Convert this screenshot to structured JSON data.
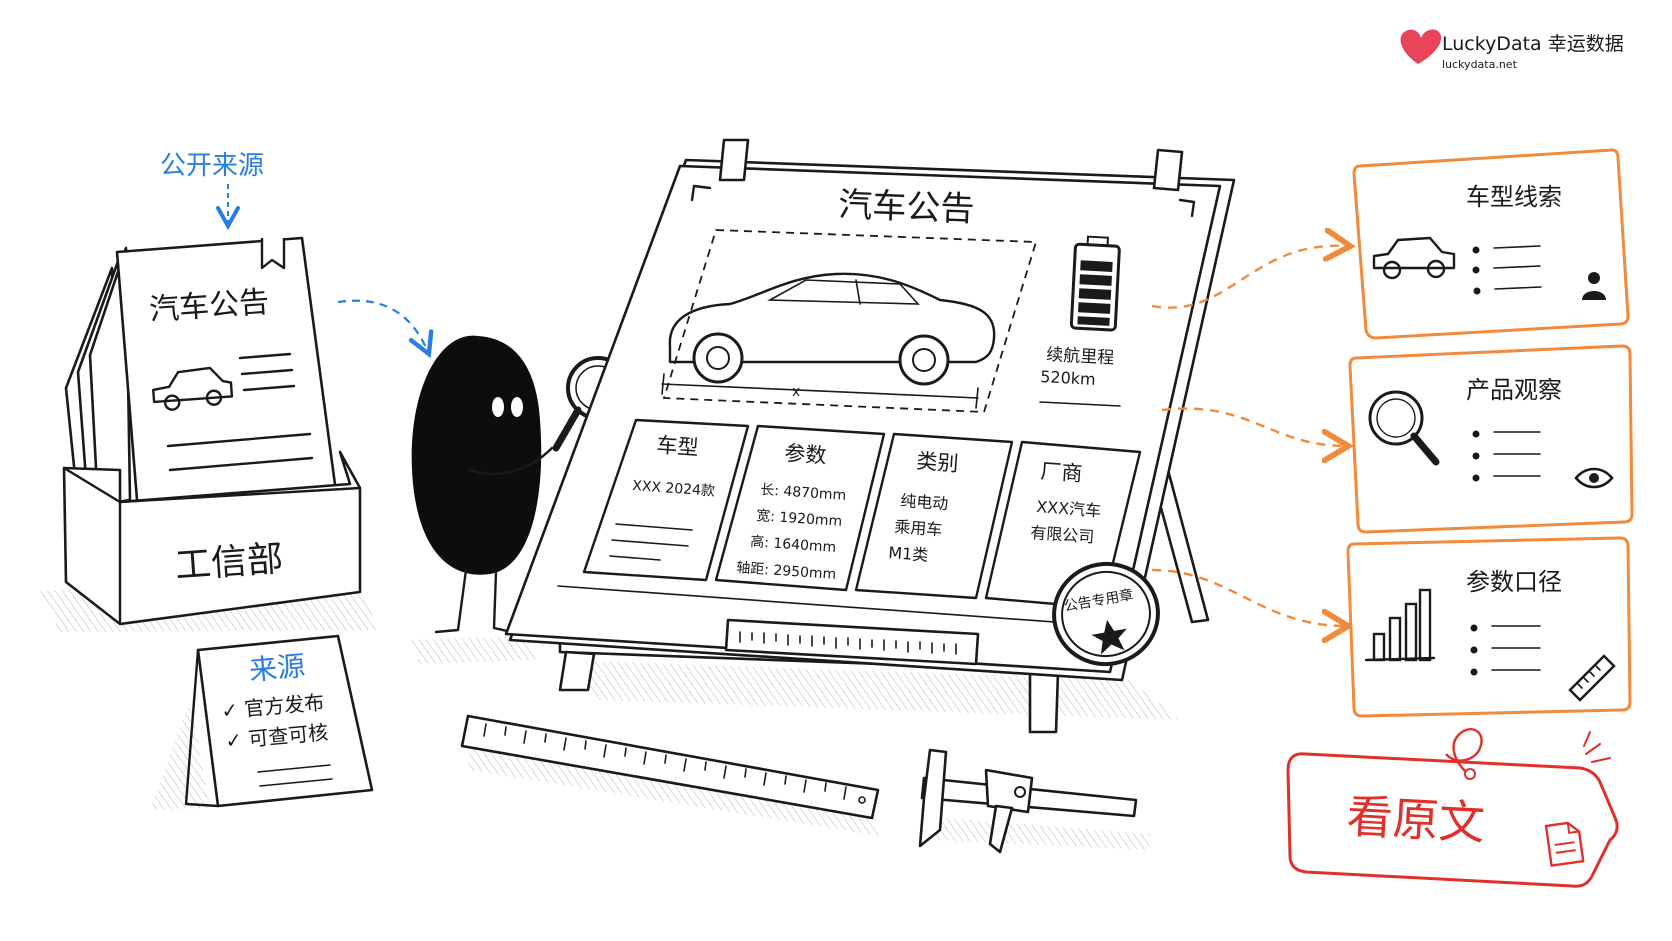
{
  "brand": {
    "name": "LuckyData 幸运数据",
    "url": "luckydata.net",
    "heart_color": "#e8455a"
  },
  "source": {
    "label": "公开来源",
    "doc_title": "汽车公告",
    "tray_label": "工信部",
    "card_title": "来源",
    "card_items": [
      "✓ 官方发布",
      "✓ 可查可核"
    ]
  },
  "board": {
    "title": "汽车公告",
    "dimension_mark": "x",
    "range_label": "续航里程",
    "range_value": "520km",
    "columns": [
      {
        "header": "车型",
        "lines": [
          "XXX 2024款"
        ]
      },
      {
        "header": "参数",
        "lines": [
          "长: 4870mm",
          "宽: 1920mm",
          "高: 1640mm",
          "轴距: 2950mm"
        ]
      },
      {
        "header": "类别",
        "lines": [
          "纯电动",
          "乘用车",
          "M1类"
        ]
      },
      {
        "header": "厂商",
        "lines": [
          "XXX汽车",
          "有限公司"
        ]
      }
    ],
    "stamp_text": "公告专用章"
  },
  "outputs": [
    {
      "title": "车型线索",
      "icon": "car-icon",
      "badge": "person-icon"
    },
    {
      "title": "产品观察",
      "icon": "magnifier-icon",
      "badge": "eye-icon"
    },
    {
      "title": "参数口径",
      "icon": "bar-chart-icon",
      "badge": "ruler-icon"
    }
  ],
  "tag": {
    "label": "看原文",
    "icon": "document-icon"
  },
  "colors": {
    "blue": "#2a7de1",
    "orange": "#f08a3c",
    "red": "#e0302a",
    "ink": "#1a1a1a"
  }
}
